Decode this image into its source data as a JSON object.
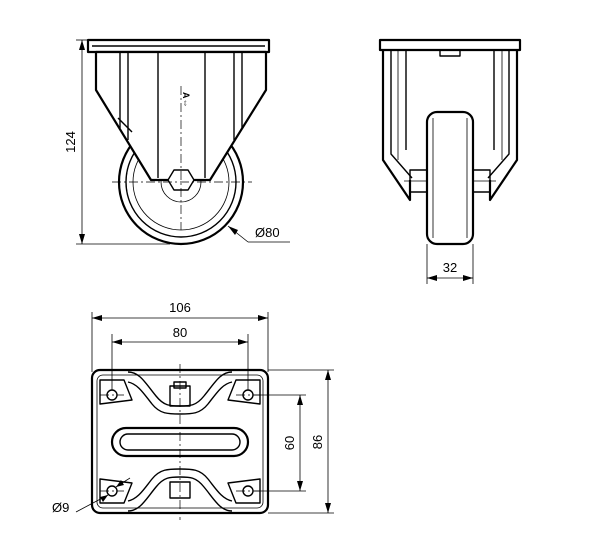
{
  "dimensions": {
    "overall_height": "124",
    "wheel_diameter": "Ø80",
    "wheel_width": "32",
    "plate_width": "106",
    "bolt_spacing_x": "80",
    "bolt_spacing_y": "60",
    "plate_length": "86",
    "hole_diameter": "Ø9"
  },
  "logo": {
    "text": "A⇔"
  }
}
